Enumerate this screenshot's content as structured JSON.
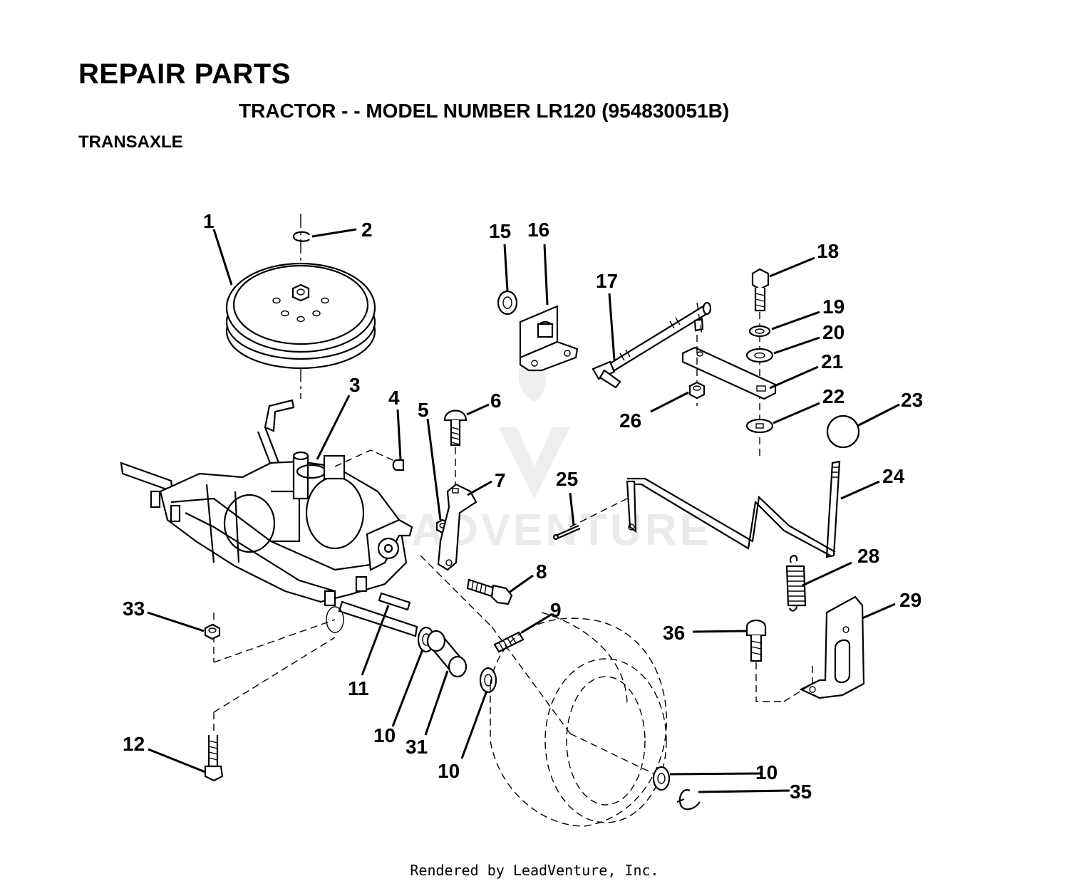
{
  "header": {
    "title": "REPAIR PARTS",
    "subtitle": "TRACTOR - - MODEL NUMBER LR120 (954830051B)",
    "section": "TRANSAXLE"
  },
  "watermark": {
    "text": "LEADVENTURE"
  },
  "footer": {
    "text": "Rendered by LeadVenture, Inc."
  },
  "callouts": [
    {
      "id": "c1",
      "label": "1"
    },
    {
      "id": "c2",
      "label": "2"
    },
    {
      "id": "c3",
      "label": "3"
    },
    {
      "id": "c4",
      "label": "4"
    },
    {
      "id": "c5",
      "label": "5"
    },
    {
      "id": "c6",
      "label": "6"
    },
    {
      "id": "c7",
      "label": "7"
    },
    {
      "id": "c8",
      "label": "8"
    },
    {
      "id": "c9",
      "label": "9"
    },
    {
      "id": "c10a",
      "label": "10"
    },
    {
      "id": "c10b",
      "label": "10"
    },
    {
      "id": "c10c",
      "label": "10"
    },
    {
      "id": "c11",
      "label": "11"
    },
    {
      "id": "c12",
      "label": "12"
    },
    {
      "id": "c15",
      "label": "15"
    },
    {
      "id": "c16",
      "label": "16"
    },
    {
      "id": "c17",
      "label": "17"
    },
    {
      "id": "c18",
      "label": "18"
    },
    {
      "id": "c19",
      "label": "19"
    },
    {
      "id": "c20",
      "label": "20"
    },
    {
      "id": "c21",
      "label": "21"
    },
    {
      "id": "c22",
      "label": "22"
    },
    {
      "id": "c23",
      "label": "23"
    },
    {
      "id": "c24",
      "label": "24"
    },
    {
      "id": "c25",
      "label": "25"
    },
    {
      "id": "c26",
      "label": "26"
    },
    {
      "id": "c28",
      "label": "28"
    },
    {
      "id": "c29",
      "label": "29"
    },
    {
      "id": "c31",
      "label": "31"
    },
    {
      "id": "c33",
      "label": "33"
    },
    {
      "id": "c35",
      "label": "35"
    },
    {
      "id": "c36",
      "label": "36"
    }
  ]
}
